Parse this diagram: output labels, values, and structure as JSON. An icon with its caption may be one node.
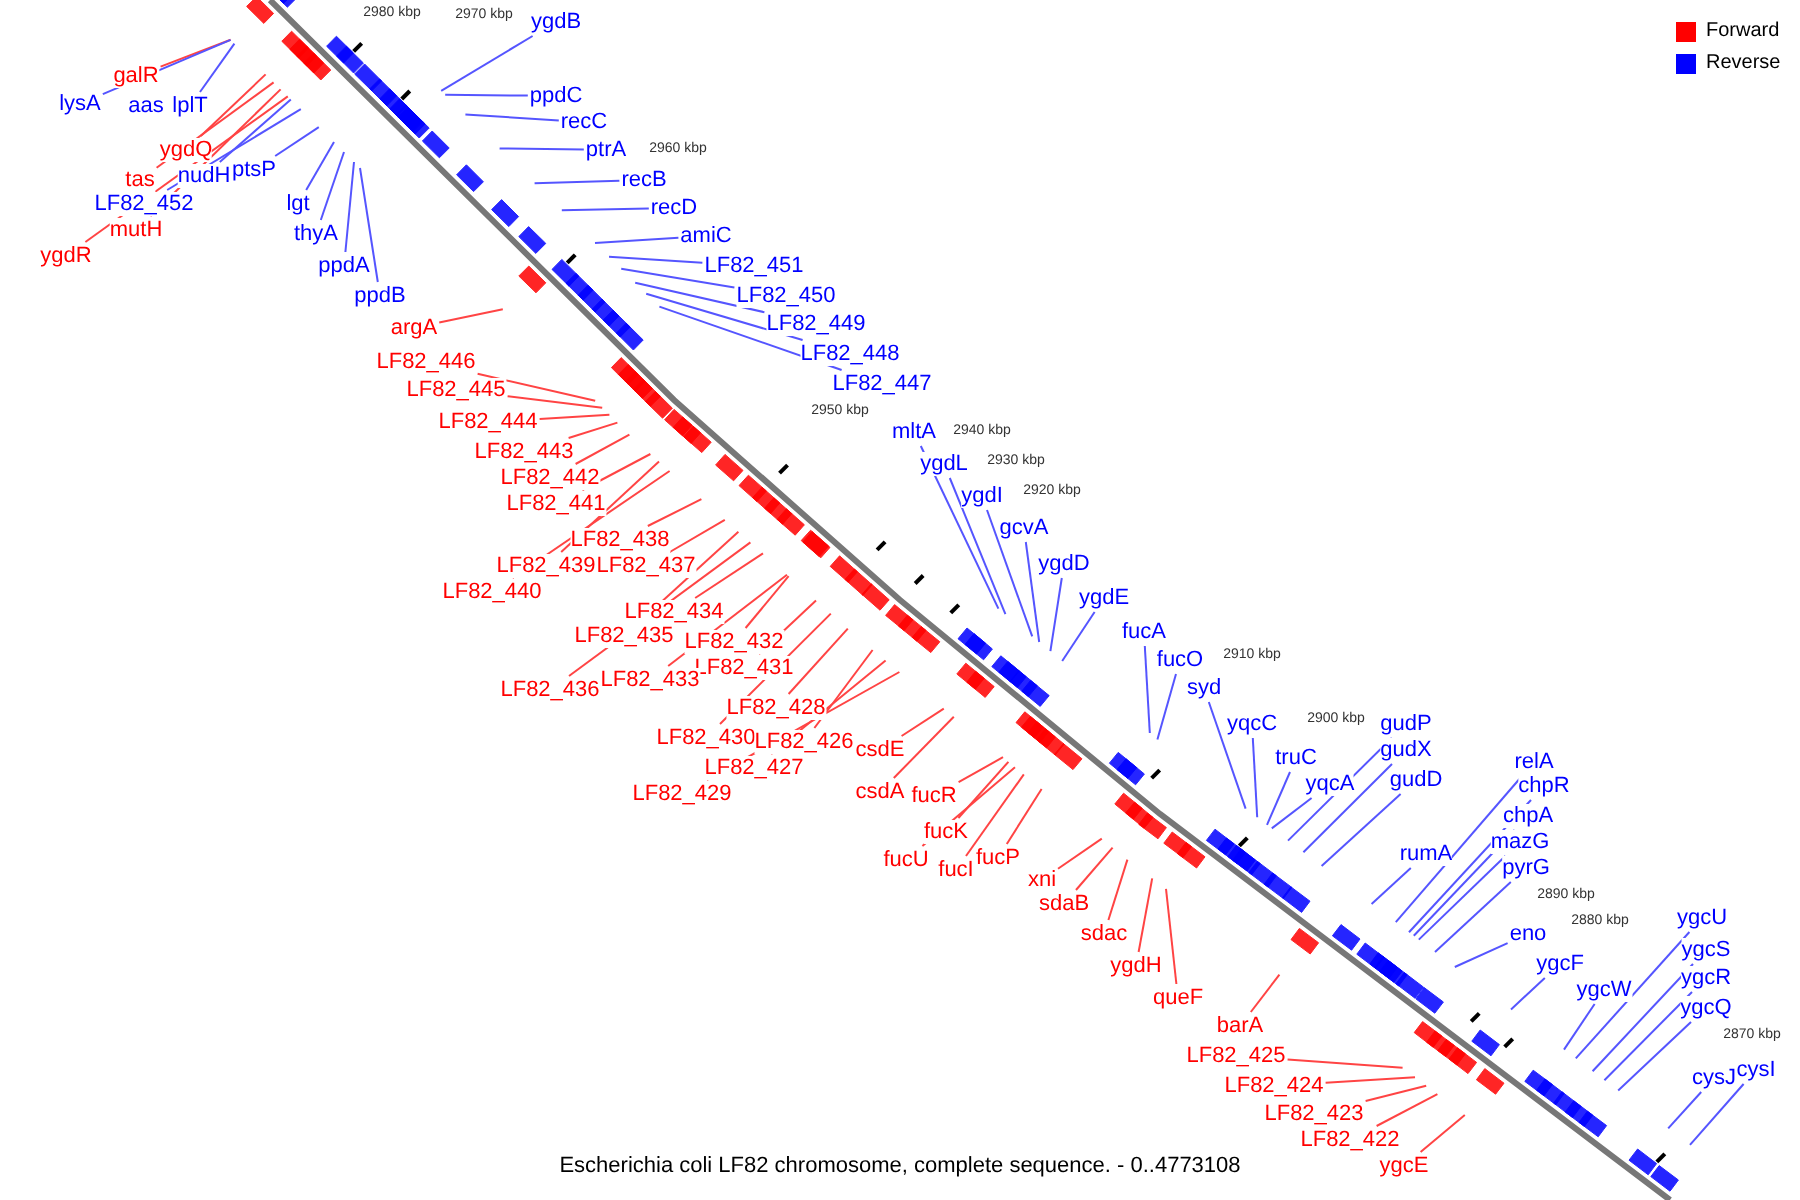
{
  "diagram": {
    "caption": "Escherichia coli LF82 chromosome, complete sequence. - 0..4773108",
    "nodes": [
      {
        "text": [
          "galR"
        ]
      },
      {
        "text": [
          "lysA"
        ]
      },
      {
        "text": [
          "lplT"
        ]
      },
      {
        "text": [
          "ygdQ"
        ]
      },
      {
        "text": [
          "ptsP"
        ]
      },
      {
        "text": [
          "nudH"
        ]
      },
      {
        "text": [
          "tas"
        ]
      },
      {
        "text": [
          "LF82_452"
        ]
      },
      {
        "text": [
          "lgt"
        ]
      },
      {
        "text": [
          "mutH"
        ]
      },
      {
        "text": [
          "thyA"
        ]
      },
      {
        "text": [
          "ygdR"
        ]
      },
      {
        "text": [
          "ppdA"
        ]
      },
      {
        "text": [
          "ppdB"
        ]
      },
      {
        "text": [
          "ygdB"
        ]
      },
      {
        "text": [
          "ppdC"
        ]
      },
      {
        "text": [
          "recC"
        ]
      },
      {
        "text": [
          "ptrA"
        ]
      },
      {
        "text": [
          "recB"
        ]
      },
      {
        "text": [
          "recD"
        ]
      },
      {
        "text": [
          "amiC"
        ]
      },
      {
        "text": [
          "LF82_451"
        ]
      },
      {
        "text": [
          "LF82_450"
        ]
      },
      {
        "text": [
          "LF82_449"
        ]
      },
      {
        "text": [
          "LF82_448"
        ]
      },
      {
        "text": [
          "LF82_447"
        ]
      },
      {
        "text": [
          "argA"
        ]
      },
      {
        "text": [
          "LF82_446"
        ]
      },
      {
        "text": [
          "LF82_445"
        ]
      },
      {
        "text": [
          "LF82_444"
        ]
      },
      {
        "text": [
          "LF82_443"
        ]
      },
      {
        "text": [
          "LF82_442"
        ]
      },
      {
        "text": [
          "LF82_441"
        ]
      },
      {
        "text": [
          "LF82_438"
        ]
      },
      {
        "text": [
          "LF82_439"
        ]
      },
      {
        "text": [
          "LF82_437"
        ]
      },
      {
        "text": [
          "LF82_440"
        ]
      },
      {
        "text": [
          "LF82_434"
        ]
      },
      {
        "text": [
          "LF82_435"
        ]
      },
      {
        "text": [
          "LF82_432"
        ]
      },
      {
        "text": [
          "LF82_431"
        ]
      },
      {
        "text": [
          "LF82_433"
        ]
      },
      {
        "text": [
          "LF82_436"
        ]
      },
      {
        "text": [
          "LF82_428"
        ]
      },
      {
        "text": [
          "LF82_430"
        ]
      },
      {
        "text": [
          "LF82_426"
        ]
      },
      {
        "text": [
          "LF82_427"
        ]
      },
      {
        "text": [
          "LF82_429"
        ]
      },
      {
        "text": [
          "csdE"
        ]
      },
      {
        "text": [
          "csdA"
        ]
      },
      {
        "text": [
          "fucR"
        ]
      },
      {
        "text": [
          "fucK"
        ]
      },
      {
        "text": [
          "fucU"
        ]
      },
      {
        "text": [
          "fucI"
        ]
      },
      {
        "text": [
          "fucP"
        ]
      },
      {
        "text": [
          "xni"
        ]
      },
      {
        "text": [
          "sdaB"
        ]
      },
      {
        "text": [
          "sdac"
        ]
      },
      {
        "text": [
          "ygdH"
        ]
      },
      {
        "text": [
          "queF"
        ]
      },
      {
        "text": [
          "barA"
        ]
      },
      {
        "text": [
          "LF82_425"
        ]
      },
      {
        "text": [
          "LF82_424"
        ]
      },
      {
        "text": [
          "LF82_423"
        ]
      },
      {
        "text": [
          "LF82_422"
        ]
      },
      {
        "text": [
          "ygcE"
        ]
      },
      {
        "text": [
          "mltA"
        ]
      },
      {
        "text": [
          "ygdL"
        ]
      },
      {
        "text": [
          "ygdI"
        ]
      },
      {
        "text": [
          "gcvA"
        ]
      },
      {
        "text": [
          "ygdD"
        ]
      },
      {
        "text": [
          "ygdE"
        ]
      },
      {
        "text": [
          "fucA"
        ]
      },
      {
        "text": [
          "fucO"
        ]
      },
      {
        "text": [
          "syd"
        ]
      },
      {
        "text": [
          "yqcC"
        ]
      },
      {
        "text": [
          "truC"
        ]
      },
      {
        "text": [
          "yqcA"
        ]
      },
      {
        "text": [
          "gudP"
        ]
      },
      {
        "text": [
          "gudX"
        ]
      },
      {
        "text": [
          "gudD"
        ]
      },
      {
        "text": [
          "rumA"
        ]
      },
      {
        "text": [
          "relA"
        ]
      },
      {
        "text": [
          "chpR"
        ]
      },
      {
        "text": [
          "chpA"
        ]
      },
      {
        "text": [
          "mazG"
        ]
      },
      {
        "text": [
          "pyrG"
        ]
      },
      {
        "text": [
          "eno"
        ]
      },
      {
        "text": [
          "ygcF"
        ]
      },
      {
        "text": [
          "ygcW"
        ]
      },
      {
        "text": [
          "ygcU"
        ]
      },
      {
        "text": [
          "ygcS"
        ]
      },
      {
        "text": [
          "ygcR"
        ]
      },
      {
        "text": [
          "ygcQ"
        ]
      },
      {
        "text": [
          "cysJ"
        ]
      },
      {
        "text": [
          "cysI"
        ]
      },
      {
        "text": [
          "aas"
        ]
      }
    ],
    "edges": [
      {
        "from": 0,
        "to": null,
        "arrow": "none",
        "color": "#ff4444"
      },
      {
        "from": 1,
        "to": null,
        "arrow": "none"
      },
      {
        "from": 2,
        "to": null,
        "arrow": "none"
      },
      {
        "from": 3,
        "to": null,
        "arrow": "none",
        "color": "#ff4444"
      },
      {
        "from": 4,
        "to": null,
        "arrow": "none"
      },
      {
        "from": 5,
        "to": null,
        "arrow": "none"
      },
      {
        "from": 6,
        "to": null,
        "arrow": "none",
        "color": "#ff4444"
      },
      {
        "from": 7,
        "to": null,
        "arrow": "none"
      },
      {
        "from": 8,
        "to": null,
        "arrow": "none"
      },
      {
        "from": 9,
        "to": null,
        "arrow": "none",
        "color": "#ff4444"
      },
      {
        "from": 10,
        "to": null,
        "arrow": "none"
      },
      {
        "from": 11,
        "to": null,
        "arrow": "none",
        "color": "#ff4444"
      },
      {
        "from": 12,
        "to": null,
        "arrow": "none"
      },
      {
        "from": 13,
        "to": null,
        "arrow": "none"
      },
      {
        "from": 14,
        "to": null,
        "arrow": "none"
      },
      {
        "from": 15,
        "to": null,
        "arrow": "none"
      },
      {
        "from": 16,
        "to": null,
        "arrow": "none"
      },
      {
        "from": 17,
        "to": null,
        "arrow": "none"
      },
      {
        "from": 18,
        "to": null,
        "arrow": "none"
      },
      {
        "from": 19,
        "to": null,
        "arrow": "none"
      },
      {
        "from": 20,
        "to": null,
        "arrow": "none"
      },
      {
        "from": 21,
        "to": null,
        "arrow": "none"
      },
      {
        "from": 22,
        "to": null,
        "arrow": "none"
      },
      {
        "from": 23,
        "to": null,
        "arrow": "none"
      },
      {
        "from": 24,
        "to": null,
        "arrow": "none"
      },
      {
        "from": 25,
        "to": null,
        "arrow": "none"
      },
      {
        "from": 26,
        "to": null,
        "arrow": "none",
        "color": "#ff4444"
      },
      {
        "from": 27,
        "to": null,
        "arrow": "none",
        "color": "#ff4444"
      },
      {
        "from": 28,
        "to": null,
        "arrow": "none",
        "color": "#ff4444"
      },
      {
        "from": 29,
        "to": null,
        "arrow": "none",
        "color": "#ff4444"
      },
      {
        "from": 30,
        "to": null,
        "arrow": "none",
        "color": "#ff4444"
      },
      {
        "from": 31,
        "to": null,
        "arrow": "none",
        "color": "#ff4444"
      },
      {
        "from": 32,
        "to": null,
        "arrow": "none",
        "color": "#ff4444"
      },
      {
        "from": 33,
        "to": null,
        "arrow": "none",
        "color": "#ff4444"
      },
      {
        "from": 34,
        "to": null,
        "arrow": "none",
        "color": "#ff4444"
      },
      {
        "from": 35,
        "to": null,
        "arrow": "none",
        "color": "#ff4444"
      },
      {
        "from": 36,
        "to": null,
        "arrow": "none",
        "color": "#ff4444"
      },
      {
        "from": 37,
        "to": null,
        "arrow": "none",
        "color": "#ff4444"
      },
      {
        "from": 38,
        "to": null,
        "arrow": "none",
        "color": "#ff4444"
      },
      {
        "from": 39,
        "to": null,
        "arrow": "none",
        "color": "#ff4444"
      },
      {
        "from": 40,
        "to": null,
        "arrow": "none",
        "color": "#ff4444"
      },
      {
        "from": 41,
        "to": null,
        "arrow": "none",
        "color": "#ff4444"
      },
      {
        "from": 42,
        "to": null,
        "arrow": "none",
        "color": "#ff4444"
      },
      {
        "from": 43,
        "to": null,
        "arrow": "none",
        "color": "#ff4444"
      },
      {
        "from": 44,
        "to": null,
        "arrow": "none",
        "color": "#ff4444"
      },
      {
        "from": 45,
        "to": null,
        "arrow": "none",
        "color": "#ff4444"
      },
      {
        "from": 46,
        "to": null,
        "arrow": "none",
        "color": "#ff4444"
      },
      {
        "from": 47,
        "to": null,
        "arrow": "none",
        "color": "#ff4444"
      },
      {
        "from": 48,
        "to": null,
        "arrow": "none",
        "color": "#ff4444"
      },
      {
        "from": 49,
        "to": null,
        "arrow": "none",
        "color": "#ff4444"
      },
      {
        "from": 50,
        "to": null,
        "arrow": "none",
        "color": "#ff4444"
      },
      {
        "from": 51,
        "to": null,
        "arrow": "none",
        "color": "#ff4444"
      },
      {
        "from": 52,
        "to": null,
        "arrow": "none",
        "color": "#ff4444"
      },
      {
        "from": 53,
        "to": null,
        "arrow": "none",
        "color": "#ff4444"
      },
      {
        "from": 54,
        "to": null,
        "arrow": "none",
        "color": "#ff4444"
      },
      {
        "from": 55,
        "to": null,
        "arrow": "none",
        "color": "#ff4444"
      },
      {
        "from": 56,
        "to": null,
        "arrow": "none",
        "color": "#ff4444"
      },
      {
        "from": 57,
        "to": null,
        "arrow": "none",
        "color": "#ff4444"
      },
      {
        "from": 58,
        "to": null,
        "arrow": "none",
        "color": "#ff4444"
      },
      {
        "from": 59,
        "to": null,
        "arrow": "none",
        "color": "#ff4444"
      },
      {
        "from": 60,
        "to": null,
        "arrow": "none",
        "color": "#ff4444"
      },
      {
        "from": 61,
        "to": null,
        "arrow": "none",
        "color": "#ff4444"
      },
      {
        "from": 62,
        "to": null,
        "arrow": "none",
        "color": "#ff4444"
      },
      {
        "from": 63,
        "to": null,
        "arrow": "none",
        "color": "#ff4444"
      },
      {
        "from": 64,
        "to": null,
        "arrow": "none",
        "color": "#ff4444"
      },
      {
        "from": 65,
        "to": null,
        "arrow": "none",
        "color": "#ff4444"
      },
      {
        "from": 66,
        "to": null,
        "arrow": "none"
      },
      {
        "from": 67,
        "to": null,
        "arrow": "none"
      },
      {
        "from": 68,
        "to": null,
        "arrow": "none"
      },
      {
        "from": 69,
        "to": null,
        "arrow": "none"
      },
      {
        "from": 70,
        "to": null,
        "arrow": "none"
      },
      {
        "from": 71,
        "to": null,
        "arrow": "none"
      },
      {
        "from": 72,
        "to": null,
        "arrow": "none"
      },
      {
        "from": 73,
        "to": null,
        "arrow": "none"
      },
      {
        "from": 74,
        "to": null,
        "arrow": "none"
      },
      {
        "from": 75,
        "to": null,
        "arrow": "none"
      },
      {
        "from": 76,
        "to": null,
        "arrow": "none"
      },
      {
        "from": 77,
        "to": null,
        "arrow": "none"
      },
      {
        "from": 78,
        "to": null,
        "arrow": "none"
      },
      {
        "from": 79,
        "to": null,
        "arrow": "none"
      },
      {
        "from": 80,
        "to": null,
        "arrow": "none"
      },
      {
        "from": 81,
        "to": null,
        "arrow": "none"
      },
      {
        "from": 82,
        "to": null,
        "arrow": "none"
      },
      {
        "from": 83,
        "to": null,
        "arrow": "none"
      },
      {
        "from": 84,
        "to": null,
        "arrow": "none"
      },
      {
        "from": 85,
        "to": null,
        "arrow": "none"
      },
      {
        "from": 86,
        "to": null,
        "arrow": "none"
      },
      {
        "from": 87,
        "to": null,
        "arrow": "none"
      },
      {
        "from": 88,
        "to": null,
        "arrow": "none"
      },
      {
        "from": 89,
        "to": null,
        "arrow": "none"
      },
      {
        "from": 90,
        "to": null,
        "arrow": "none"
      },
      {
        "from": 91,
        "to": null,
        "arrow": "none"
      },
      {
        "from": 92,
        "to": null,
        "arrow": "none"
      },
      {
        "from": 93,
        "to": null,
        "arrow": "none"
      },
      {
        "from": 94,
        "to": null,
        "arrow": "none"
      },
      {
        "from": 95,
        "to": null,
        "arrow": "none"
      }
    ],
    "labels": [
      "2980 kbp",
      "2970 kbp",
      "2960 kbp",
      "2950 kbp",
      "2940 kbp",
      "2930 kbp",
      "2920 kbp",
      "2910 kbp",
      "2900 kbp",
      "2890 kbp",
      "2880 kbp",
      "2870 kbp"
    ],
    "legend": [
      {
        "text": "Forward",
        "color": "#ff0000"
      },
      {
        "text": "Reverse",
        "color": "#0000ff"
      }
    ]
  }
}
